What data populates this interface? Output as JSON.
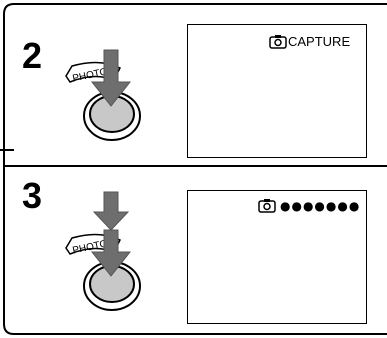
{
  "steps": [
    {
      "number": "2",
      "button_label": "PHOTO",
      "lcd_text": "CAPTURE"
    },
    {
      "number": "3",
      "button_label": "PHOTO",
      "lcd_text": "●●●●●●●"
    }
  ]
}
